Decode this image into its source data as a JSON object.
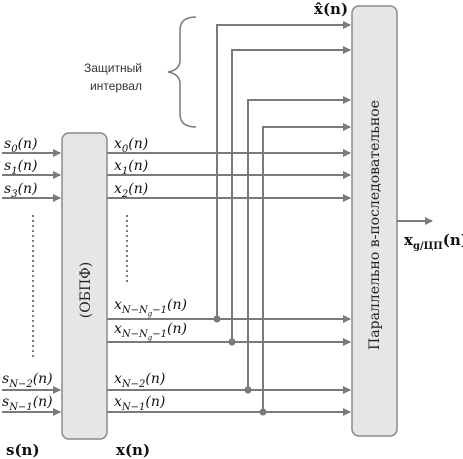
{
  "diagram": {
    "guard_label_line1": "Защитный",
    "guard_label_line2": "интервал",
    "ifft_block_label": "(ОБПФ)",
    "ps_block_label": "Параллельно в-последовательное",
    "top_label": "x̂(n)",
    "output_label": "x",
    "output_sub": "g/ЦП",
    "output_arg": "(n)",
    "bottom_s": "s(n)",
    "bottom_x": "x(n)",
    "arg_n": "(n)",
    "inputs": [
      {
        "base": "s",
        "sub": "0"
      },
      {
        "base": "s",
        "sub": "1"
      },
      {
        "base": "s",
        "sub": "3"
      },
      {
        "base": "s",
        "sub": "N−2"
      },
      {
        "base": "s",
        "sub": "N−1"
      }
    ],
    "outputs": [
      {
        "base": "x",
        "sub": "0"
      },
      {
        "base": "x",
        "sub": "1"
      },
      {
        "base": "x",
        "sub": "2"
      },
      {
        "base": "x",
        "sub": "N−N",
        "subsub": "g",
        "tail": "−1"
      },
      {
        "base": "x",
        "sub": "N−N",
        "subsub": "g",
        "tail": "−1"
      },
      {
        "base": "x",
        "sub": "N−2"
      },
      {
        "base": "x",
        "sub": "N−1"
      }
    ]
  }
}
